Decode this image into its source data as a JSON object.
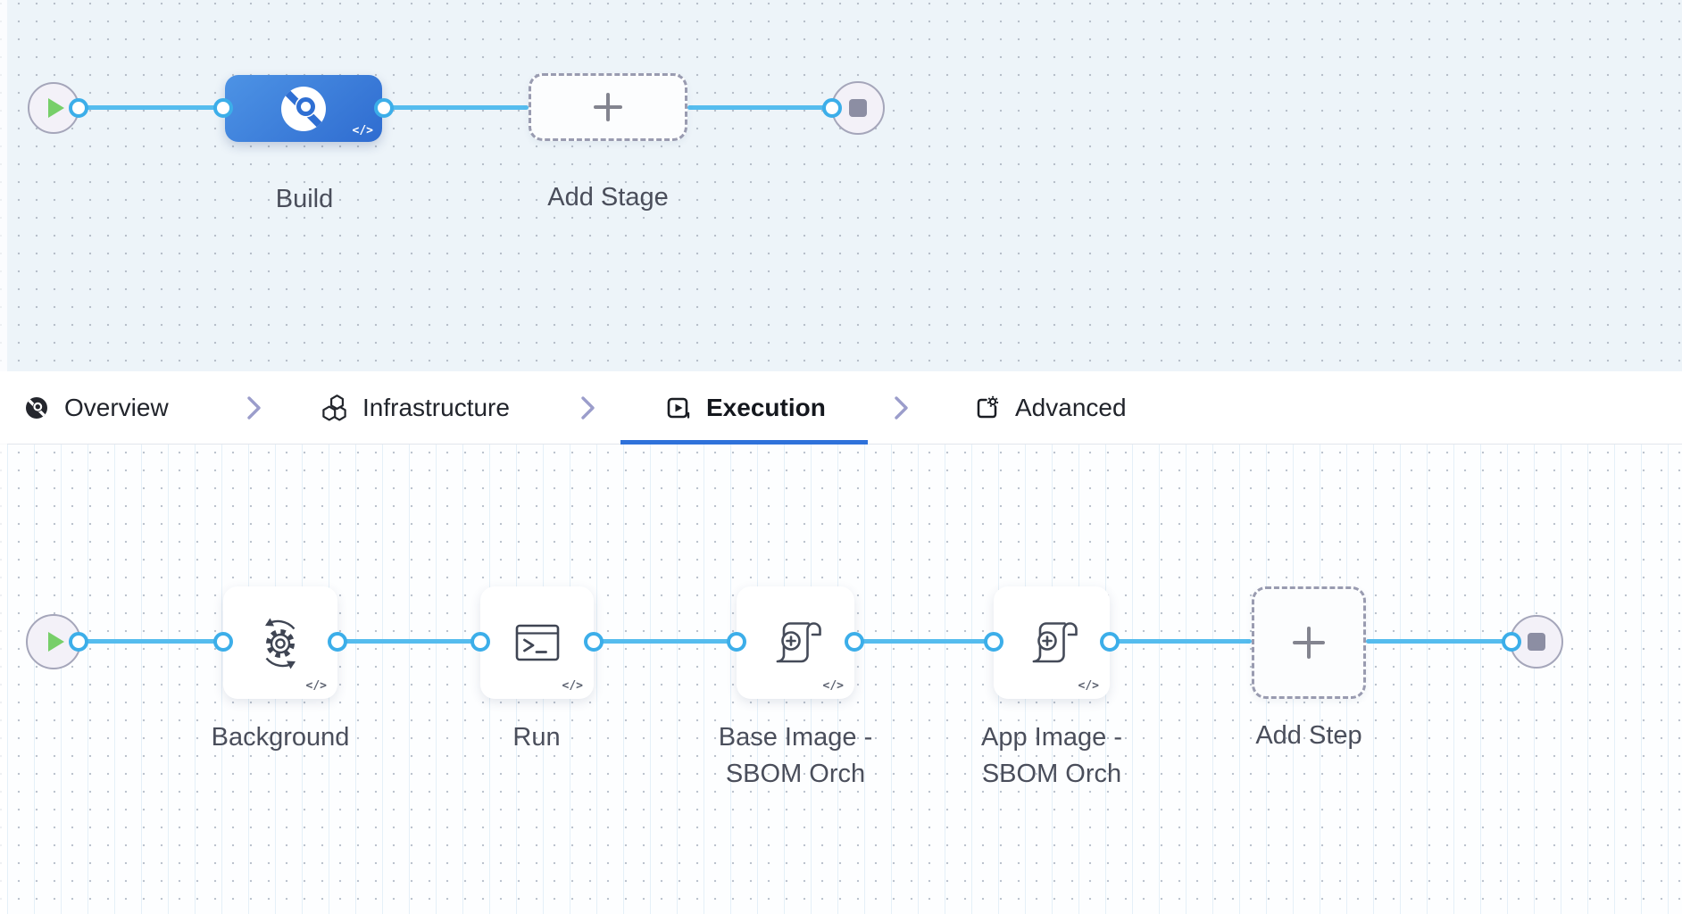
{
  "graph_top": {
    "stage": {
      "name": "Build",
      "yaml_badge": "</>"
    },
    "add_stage_label": "Add Stage"
  },
  "tabs": {
    "active": "Execution",
    "items": [
      {
        "label": "Overview",
        "icon": "ci-build-icon"
      },
      {
        "label": "Infrastructure",
        "icon": "hexagons-icon"
      },
      {
        "label": "Execution",
        "icon": "play-card-icon"
      },
      {
        "label": "Advanced",
        "icon": "card-gear-icon"
      }
    ]
  },
  "graph_bottom": {
    "steps": [
      {
        "name": "Background",
        "icon": "service-gear-icon",
        "yaml_badge": "</>"
      },
      {
        "name": "Run",
        "icon": "terminal-icon",
        "yaml_badge": "</>"
      },
      {
        "name": "Base Image - SBOM Orch",
        "icon": "scroll-plus-icon",
        "yaml_badge": "</>"
      },
      {
        "name": "App Image - SBOM Orch",
        "icon": "scroll-plus-icon",
        "yaml_badge": "</>"
      }
    ],
    "add_step_label": "Add Step"
  },
  "colors": {
    "tab_underline": "#2F72DA",
    "edge_blue": "#55BCEE",
    "port_ring": "#3CAEE9",
    "stage_blue_start": "#4D93E5",
    "stage_blue_end": "#2F6CD0",
    "play_green": "#77CF69",
    "stop_grey": "#8C8EA3",
    "canvas_top_bg": "#EDF4F9",
    "canvas_bottom_bg": "#FDFEFF"
  }
}
